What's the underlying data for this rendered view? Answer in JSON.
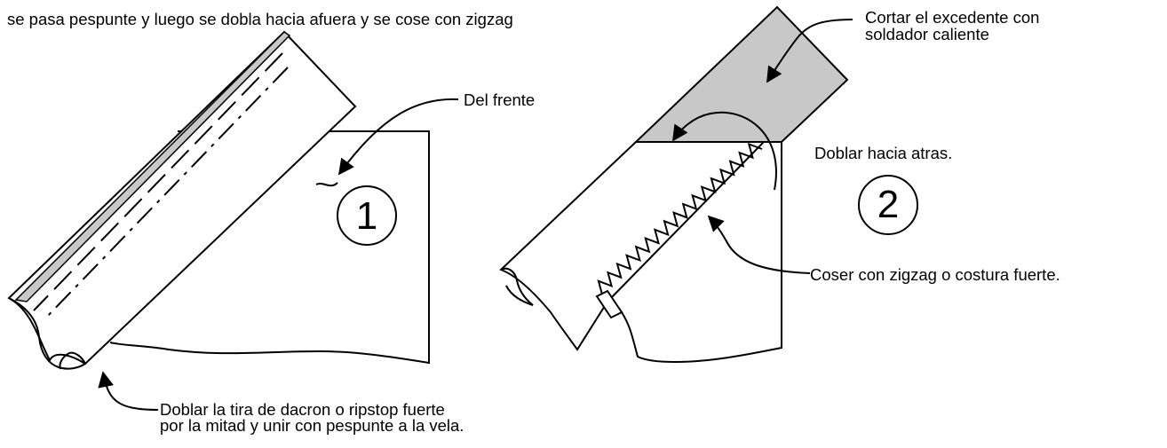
{
  "heading": "se pasa pespunte y luego se dobla hacia afuera y se cose con zigzag",
  "fig1": {
    "step_number": "1",
    "label_front": "Del frente",
    "label_fold_line1": "Doblar la tira de dacron o ripstop fuerte",
    "label_fold_line2": "por la mitad y unir con pespunte a la vela."
  },
  "fig2": {
    "step_number": "2",
    "label_cut_line1": "Cortar el excedente con",
    "label_cut_line2": "soldador caliente",
    "label_fold_back": "Doblar hacia atras.",
    "label_sew": "Coser con zigzag o costura fuerte."
  },
  "colors": {
    "shade": "#c8c8c8",
    "ink": "#000000",
    "paper": "#ffffff"
  }
}
